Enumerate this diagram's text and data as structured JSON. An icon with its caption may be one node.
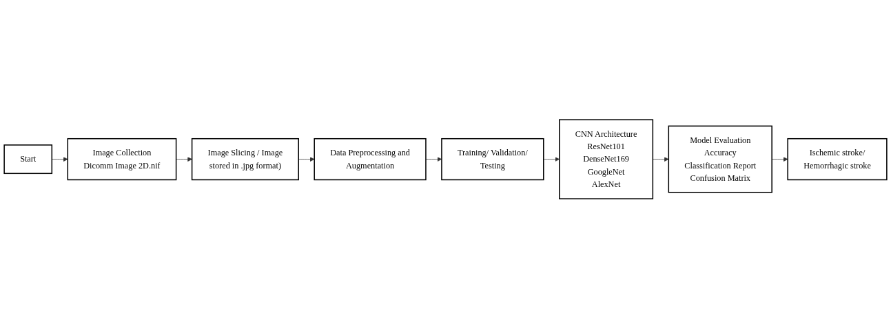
{
  "diagram": {
    "nodes": [
      {
        "text": [
          "Start"
        ]
      },
      {
        "text": [
          "Image Collection",
          "Dicomm Image 2D.nif"
        ]
      },
      {
        "text": [
          "Image Slicing / Image stored in .jpg format)"
        ]
      },
      {
        "text": [
          "Data Preprocessing and Augmentation"
        ]
      },
      {
        "text": [
          "Training/ Validation/ Testing"
        ]
      },
      {
        "text": [
          "CNN Architecture",
          "ResNet101",
          "DenseNet169",
          "GoogleNet",
          "AlexNet"
        ]
      },
      {
        "text": [
          "Model Evaluation",
          "Accuracy",
          "Classification Report",
          "Confusion Matrix"
        ]
      },
      {
        "text": [
          "Ischemic stroke/ Hemorrhagic stroke"
        ]
      }
    ],
    "edges": [
      {
        "from": 0,
        "to": 1,
        "arrow": "to"
      },
      {
        "from": 1,
        "to": 2,
        "arrow": "to"
      },
      {
        "from": 2,
        "to": 3,
        "arrow": "to"
      },
      {
        "from": 3,
        "to": 4,
        "arrow": "to"
      },
      {
        "from": 4,
        "to": 5,
        "arrow": "to"
      },
      {
        "from": 5,
        "to": 6,
        "arrow": "to"
      },
      {
        "from": 6,
        "to": 7,
        "arrow": "to"
      }
    ]
  }
}
